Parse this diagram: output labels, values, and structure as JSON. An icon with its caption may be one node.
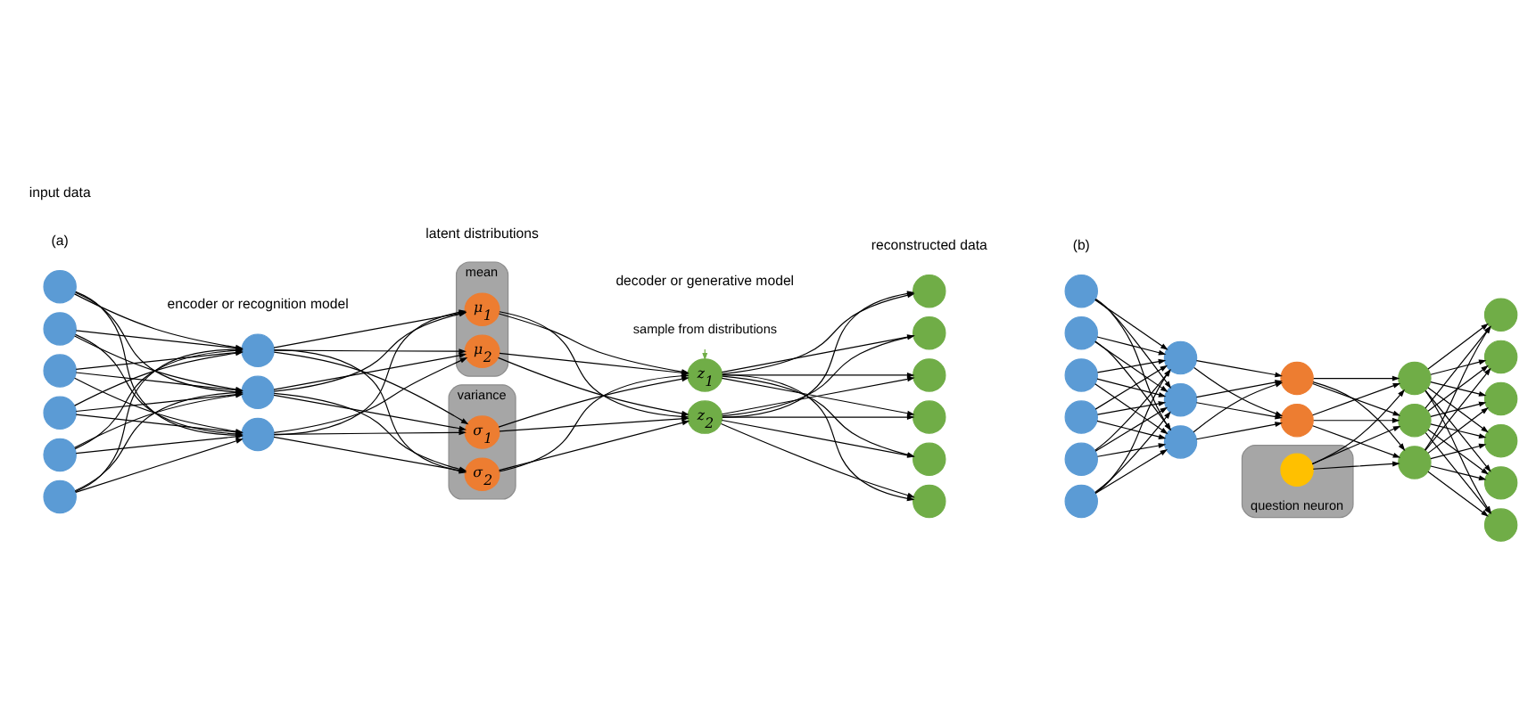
{
  "diagram": {
    "nodes": [
      {
        "text": [],
        "shape": "circle"
      },
      {
        "text": [],
        "shape": "circle"
      },
      {
        "text": [],
        "shape": "circle"
      },
      {
        "text": [],
        "shape": "circle"
      },
      {
        "text": [],
        "shape": "circle"
      },
      {
        "text": [],
        "shape": "circle"
      },
      {
        "text": [],
        "shape": "circle"
      },
      {
        "text": [],
        "shape": "circle"
      },
      {
        "text": [],
        "shape": "circle"
      },
      {
        "text": [
          "mean"
        ]
      },
      {
        "text": [
          "μ$_{1}$"
        ],
        "in": 9
      },
      {
        "text": [
          "μ$_{2}$"
        ],
        "in": 9
      },
      {
        "text": [
          "variance"
        ]
      },
      {
        "text": [
          "σ$_{1}$"
        ],
        "in": 12
      },
      {
        "text": [
          "σ$_{2}$"
        ],
        "in": 12
      },
      {
        "text": [
          "z$_{1}$"
        ]
      },
      {
        "text": [
          "z$_{2}$"
        ]
      },
      {
        "text": [],
        "shape": "circle"
      },
      {
        "text": [],
        "shape": "circle"
      },
      {
        "text": [],
        "shape": "circle"
      },
      {
        "text": [],
        "shape": "circle"
      },
      {
        "text": [],
        "shape": "circle"
      },
      {
        "text": [],
        "shape": "circle"
      },
      {
        "text": [
          "sample from distributions"
        ]
      },
      {
        "text": [],
        "shape": "circle"
      },
      {
        "text": [],
        "shape": "circle"
      },
      {
        "text": [],
        "shape": "circle"
      },
      {
        "text": [],
        "shape": "circle"
      },
      {
        "text": [],
        "shape": "circle"
      },
      {
        "text": [],
        "shape": "circle"
      },
      {
        "text": [],
        "shape": "circle"
      },
      {
        "text": [],
        "shape": "circle"
      },
      {
        "text": [],
        "shape": "circle"
      },
      {
        "text": [],
        "shape": "circle"
      },
      {
        "text": [],
        "shape": "circle"
      },
      {
        "text": [
          "question neuron"
        ]
      },
      {
        "text": [],
        "shape": "circle",
        "in": 35
      },
      {
        "text": [],
        "shape": "circle"
      },
      {
        "text": [],
        "shape": "circle"
      },
      {
        "text": [],
        "shape": "circle"
      },
      {
        "text": [],
        "shape": "circle"
      },
      {
        "text": [],
        "shape": "circle"
      },
      {
        "text": [],
        "shape": "circle"
      },
      {
        "text": [],
        "shape": "circle"
      },
      {
        "text": [],
        "shape": "circle"
      },
      {
        "text": [],
        "shape": "circle"
      }
    ],
    "edges": [
      {
        "from": 0,
        "to": 6,
        "arrow": "to"
      },
      {
        "from": 0,
        "to": 7,
        "arrow": "to"
      },
      {
        "from": 0,
        "to": 8,
        "arrow": "to"
      },
      {
        "from": 1,
        "to": 6,
        "arrow": "to"
      },
      {
        "from": 1,
        "to": 7,
        "arrow": "to"
      },
      {
        "from": 1,
        "to": 8,
        "arrow": "to"
      },
      {
        "from": 2,
        "to": 6,
        "arrow": "to"
      },
      {
        "from": 2,
        "to": 7,
        "arrow": "to"
      },
      {
        "from": 2,
        "to": 8,
        "arrow": "to"
      },
      {
        "from": 3,
        "to": 6,
        "arrow": "to"
      },
      {
        "from": 3,
        "to": 7,
        "arrow": "to"
      },
      {
        "from": 3,
        "to": 8,
        "arrow": "to"
      },
      {
        "from": 4,
        "to": 6,
        "arrow": "to"
      },
      {
        "from": 4,
        "to": 7,
        "arrow": "to"
      },
      {
        "from": 4,
        "to": 8,
        "arrow": "to"
      },
      {
        "from": 5,
        "to": 6,
        "arrow": "to"
      },
      {
        "from": 5,
        "to": 7,
        "arrow": "to"
      },
      {
        "from": 5,
        "to": 8,
        "arrow": "to"
      },
      {
        "from": 6,
        "to": 10,
        "arrow": "to"
      },
      {
        "from": 6,
        "to": 11,
        "arrow": "to"
      },
      {
        "from": 6,
        "to": 13,
        "arrow": "to"
      },
      {
        "from": 6,
        "to": 14,
        "arrow": "to"
      },
      {
        "from": 7,
        "to": 10,
        "arrow": "to"
      },
      {
        "from": 7,
        "to": 11,
        "arrow": "to"
      },
      {
        "from": 7,
        "to": 13,
        "arrow": "to"
      },
      {
        "from": 7,
        "to": 14,
        "arrow": "to"
      },
      {
        "from": 8,
        "to": 10,
        "arrow": "to"
      },
      {
        "from": 8,
        "to": 11,
        "arrow": "to"
      },
      {
        "from": 8,
        "to": 13,
        "arrow": "to"
      },
      {
        "from": 8,
        "to": 14,
        "arrow": "to"
      },
      {
        "from": 10,
        "to": 15,
        "arrow": "to"
      },
      {
        "from": 10,
        "to": 16,
        "arrow": "to"
      },
      {
        "from": 11,
        "to": 15,
        "arrow": "to"
      },
      {
        "from": 11,
        "to": 16,
        "arrow": "to"
      },
      {
        "from": 13,
        "to": 15,
        "arrow": "to"
      },
      {
        "from": 13,
        "to": 16,
        "arrow": "to"
      },
      {
        "from": 14,
        "to": 15,
        "arrow": "to"
      },
      {
        "from": 14,
        "to": 16,
        "arrow": "to"
      },
      {
        "from": 15,
        "to": 17,
        "arrow": "to"
      },
      {
        "from": 15,
        "to": 18,
        "arrow": "to"
      },
      {
        "from": 15,
        "to": 19,
        "arrow": "to"
      },
      {
        "from": 15,
        "to": 20,
        "arrow": "to"
      },
      {
        "from": 15,
        "to": 21,
        "arrow": "to"
      },
      {
        "from": 15,
        "to": 22,
        "arrow": "to"
      },
      {
        "from": 16,
        "to": 17,
        "arrow": "to"
      },
      {
        "from": 16,
        "to": 18,
        "arrow": "to"
      },
      {
        "from": 16,
        "to": 19,
        "arrow": "to"
      },
      {
        "from": 16,
        "to": 20,
        "arrow": "to"
      },
      {
        "from": 16,
        "to": 21,
        "arrow": "to"
      },
      {
        "from": 16,
        "to": 22,
        "arrow": "to"
      },
      {
        "from": 23,
        "to": 15,
        "arrow": "to",
        "color": "#70ad47"
      },
      {
        "from": 24,
        "to": 30,
        "arrow": "to"
      },
      {
        "from": 24,
        "to": 31,
        "arrow": "to"
      },
      {
        "from": 24,
        "to": 32,
        "arrow": "to"
      },
      {
        "from": 25,
        "to": 30,
        "arrow": "to"
      },
      {
        "from": 25,
        "to": 31,
        "arrow": "to"
      },
      {
        "from": 25,
        "to": 32,
        "arrow": "to"
      },
      {
        "from": 26,
        "to": 30,
        "arrow": "to"
      },
      {
        "from": 26,
        "to": 31,
        "arrow": "to"
      },
      {
        "from": 26,
        "to": 32,
        "arrow": "to"
      },
      {
        "from": 27,
        "to": 30,
        "arrow": "to"
      },
      {
        "from": 27,
        "to": 31,
        "arrow": "to"
      },
      {
        "from": 27,
        "to": 32,
        "arrow": "to"
      },
      {
        "from": 28,
        "to": 30,
        "arrow": "to"
      },
      {
        "from": 28,
        "to": 31,
        "arrow": "to"
      },
      {
        "from": 28,
        "to": 32,
        "arrow": "to"
      },
      {
        "from": 29,
        "to": 30,
        "arrow": "to"
      },
      {
        "from": 29,
        "to": 31,
        "arrow": "to"
      },
      {
        "from": 29,
        "to": 32,
        "arrow": "to"
      },
      {
        "from": 30,
        "to": 33,
        "arrow": "to"
      },
      {
        "from": 30,
        "to": 34,
        "arrow": "to"
      },
      {
        "from": 31,
        "to": 33,
        "arrow": "to"
      },
      {
        "from": 31,
        "to": 34,
        "arrow": "to"
      },
      {
        "from": 32,
        "to": 33,
        "arrow": "to"
      },
      {
        "from": 32,
        "to": 34,
        "arrow": "to"
      },
      {
        "from": 36,
        "to": 37,
        "arrow": "to"
      },
      {
        "from": 36,
        "to": 38,
        "arrow": "to"
      },
      {
        "from": 36,
        "to": 39,
        "arrow": "to"
      },
      {
        "from": 33,
        "to": 37,
        "arrow": "to"
      },
      {
        "from": 33,
        "to": 38,
        "arrow": "to"
      },
      {
        "from": 33,
        "to": 39,
        "arrow": "to"
      },
      {
        "from": 34,
        "to": 37,
        "arrow": "to"
      },
      {
        "from": 34,
        "to": 38,
        "arrow": "to"
      },
      {
        "from": 34,
        "to": 39,
        "arrow": "to"
      },
      {
        "from": 37,
        "to": 40,
        "arrow": "to"
      },
      {
        "from": 37,
        "to": 41,
        "arrow": "to"
      },
      {
        "from": 37,
        "to": 42,
        "arrow": "to"
      },
      {
        "from": 37,
        "to": 43,
        "arrow": "to"
      },
      {
        "from": 37,
        "to": 44,
        "arrow": "to"
      },
      {
        "from": 37,
        "to": 45,
        "arrow": "to"
      },
      {
        "from": 38,
        "to": 40,
        "arrow": "to"
      },
      {
        "from": 38,
        "to": 41,
        "arrow": "to"
      },
      {
        "from": 38,
        "to": 42,
        "arrow": "to"
      },
      {
        "from": 38,
        "to": 43,
        "arrow": "to"
      },
      {
        "from": 38,
        "to": 44,
        "arrow": "to"
      },
      {
        "from": 38,
        "to": 45,
        "arrow": "to"
      },
      {
        "from": 39,
        "to": 40,
        "arrow": "to"
      },
      {
        "from": 39,
        "to": 41,
        "arrow": "to"
      },
      {
        "from": 39,
        "to": 42,
        "arrow": "to"
      },
      {
        "from": 39,
        "to": 43,
        "arrow": "to"
      },
      {
        "from": 39,
        "to": 44,
        "arrow": "to"
      },
      {
        "from": 39,
        "to": 45,
        "arrow": "to"
      }
    ],
    "labels": [
      "(a)",
      "encoder or recognition model",
      "decoder or generative model",
      "input data",
      "latent distributions",
      "reconstructed data",
      "(b)"
    ]
  }
}
